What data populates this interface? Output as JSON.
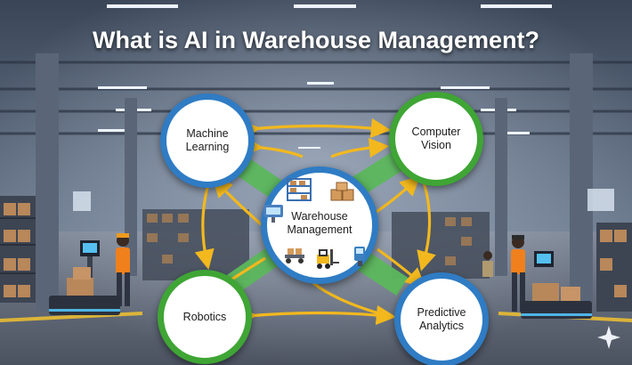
{
  "title": "What is AI in Warehouse Management?",
  "center": {
    "label_line1": "Warehouse",
    "label_line2": "Management"
  },
  "nodes": {
    "machine_learning": {
      "line1": "Machine",
      "line2": "Learning"
    },
    "computer_vision": {
      "line1": "Computer",
      "line2": "Vision"
    },
    "robotics": {
      "line1": "Robotics"
    },
    "predictive_analytics": {
      "line1": "Predictive",
      "line2": "Analytics"
    }
  },
  "colors": {
    "blue_ring": "#2f7cc4",
    "green_ring": "#3fa535",
    "connector_green": "#5cb85c",
    "arrow_yellow": "#f2b81e",
    "title_text": "#ffffff"
  },
  "icons": [
    "shelving-icon",
    "boxes-icon",
    "robot-arm-icon",
    "scanner-icon",
    "forklift-icon",
    "conveyor-icon",
    "sparkle-icon",
    "worker-icon",
    "agv-cart-icon"
  ]
}
